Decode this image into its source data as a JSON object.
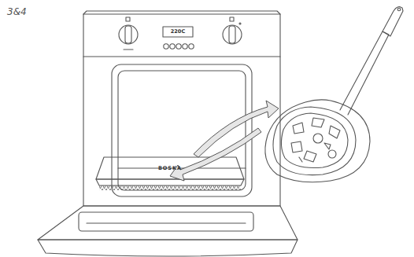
{
  "diagram": {
    "labels": [
      "3&4",
      "220C",
      "BOSKA"
    ]
  }
}
